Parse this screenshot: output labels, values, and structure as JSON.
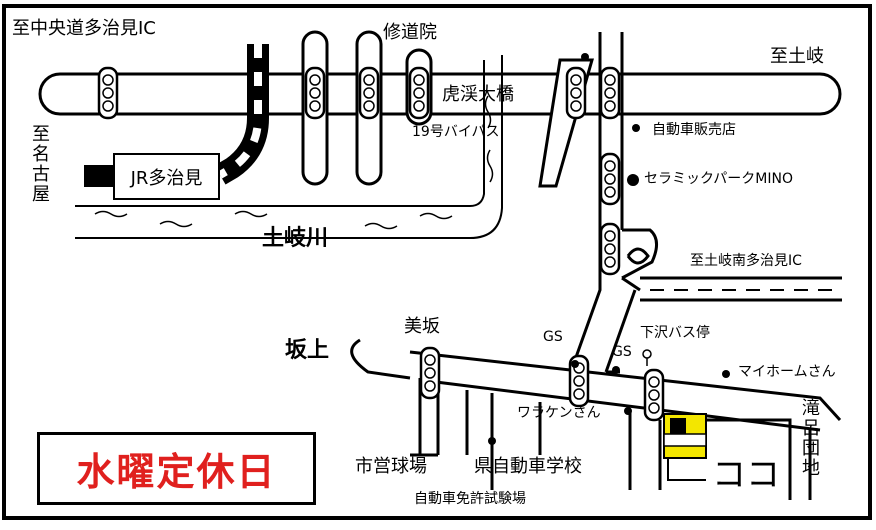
{
  "labels": {
    "to_chuo_ic": "至中央道多治見IC",
    "shudoin": "修道院",
    "to_toki": "至土岐",
    "kokei_bridge": "虎渓大橋",
    "bypass19": "19号バイパス",
    "jidosha_hanbai": "自動車販売店",
    "ceramic_park": "セラミックパークMINO",
    "to_nagoya": "至名古屋",
    "jr_tajimi": "JR多治見",
    "toki_river": "土岐川",
    "to_toki_minami_ic": "至土岐南多治見IC",
    "sakagami": "坂上",
    "mihan": "美坂",
    "gs1": "GS",
    "gs2": "GS",
    "shimosawa_bus": "下沢バス停",
    "myhome": "マイホームさん",
    "warakensan": "ワラケンさん",
    "takiro_danchi": "滝呂団地",
    "shiei_kyujo": "市営球場",
    "ken_driving_school": "県自動車学校",
    "license_center": "自動車免許試験場",
    "koko": "ココ",
    "closed_notice": "水曜定休日"
  },
  "colors": {
    "closed_text": "#e0201e",
    "destination_marker": "#f3e600",
    "road_outline": "#000000"
  }
}
